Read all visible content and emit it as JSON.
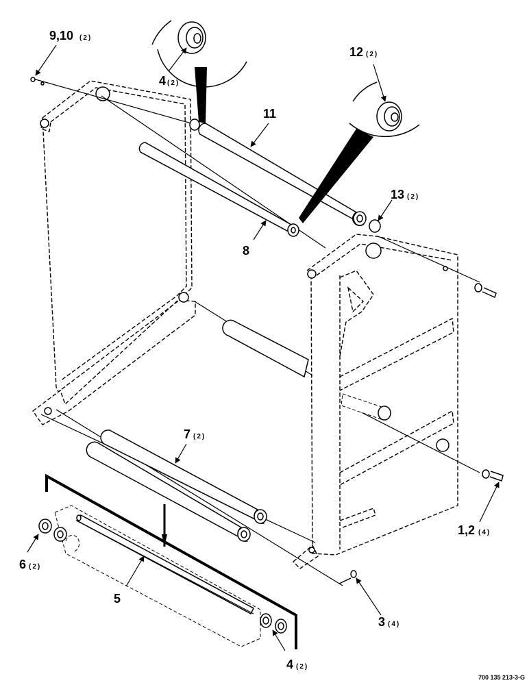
{
  "callouts": [
    {
      "id": "c-9-10",
      "number": "9,10",
      "qty": "(2)"
    },
    {
      "id": "c-4-top",
      "number": "4",
      "qty": "(2)"
    },
    {
      "id": "c-12",
      "number": "12",
      "qty": "(2)"
    },
    {
      "id": "c-11",
      "number": "11",
      "qty": ""
    },
    {
      "id": "c-13",
      "number": "13",
      "qty": "(2)"
    },
    {
      "id": "c-8",
      "number": "8",
      "qty": ""
    },
    {
      "id": "c-7",
      "number": "7",
      "qty": "(2)"
    },
    {
      "id": "c-6",
      "number": "6",
      "qty": "(2)"
    },
    {
      "id": "c-5",
      "number": "5",
      "qty": ""
    },
    {
      "id": "c-1-2",
      "number": "1,2",
      "qty": "(4)"
    },
    {
      "id": "c-3",
      "number": "3",
      "qty": "(4)"
    },
    {
      "id": "c-4-bottom",
      "number": "4",
      "qty": "(2)"
    }
  ],
  "reference_code": "700 135 213-3-G"
}
